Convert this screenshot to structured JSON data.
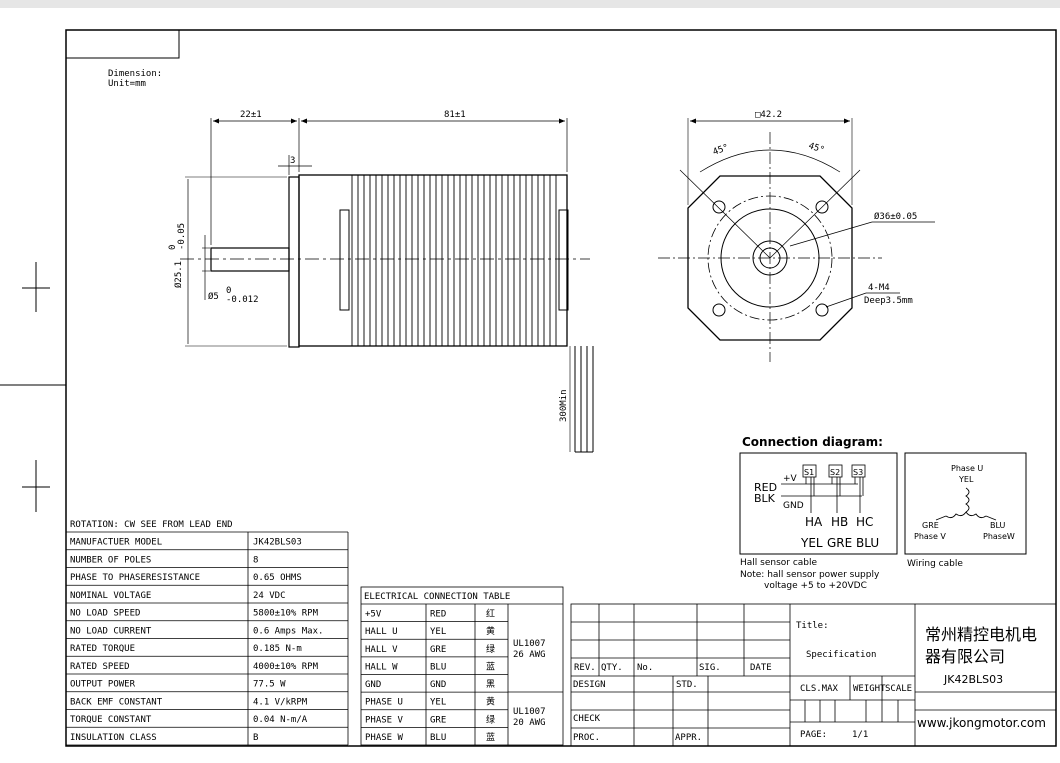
{
  "dimension_note": {
    "line1": "Dimension:",
    "line2": "Unit=mm"
  },
  "side_view": {
    "dim_shaft_len": "22±1",
    "dim_body_len": "81±1",
    "dim_flange": "3",
    "dim_pilot_dia": "Ø25.1",
    "dim_pilot_tol_upper": "0",
    "dim_pilot_tol_lower": "-0.05",
    "dim_shaft_dia": "Ø5",
    "dim_shaft_tol_upper": "0",
    "dim_shaft_tol_lower": "-0.012",
    "dim_lead_len": "300Min"
  },
  "front_view": {
    "dim_square": "□42.2",
    "angle_left": "45°",
    "angle_right": "45°",
    "dim_bolt_circle": "Ø36±0.05",
    "holes_label": "4-M4",
    "holes_depth": "Deep3.5mm"
  },
  "connection": {
    "title": "Connection diagram:",
    "plus_v": "+V",
    "red": "RED",
    "blk": "BLK",
    "gnd": "GND",
    "s1": "S1",
    "s2": "S2",
    "s3": "S3",
    "ha": "HA",
    "hb": "HB",
    "hc": "HC",
    "yel": "YEL",
    "gre": "GRE",
    "blu": "BLU",
    "caption": "Hall sensor cable",
    "note_line1": "Note: hall sensor power supply",
    "note_line2": "voltage +5 to +20VDC"
  },
  "wiring": {
    "phase_u": "Phase U",
    "yel": "YEL",
    "gre": "GRE",
    "phase_v": "Phase V",
    "blu": "BLU",
    "phase_w": "PhaseW",
    "caption": "Wiring cable"
  },
  "specs": {
    "rotation": "ROTATION: CW SEE FROM LEAD END",
    "rows": [
      {
        "param": "MANUFACTUER MODEL",
        "value": "JK42BLS03"
      },
      {
        "param": "NUMBER OF POLES",
        "value": "8"
      },
      {
        "param": "PHASE TO PHASERESISTANCE",
        "value": "0.65 OHMS"
      },
      {
        "param": "NOMINAL VOLTAGE",
        "value": "24 VDC"
      },
      {
        "param": "NO LOAD SPEED",
        "value": "5800±10% RPM"
      },
      {
        "param": "NO LOAD CURRENT",
        "value": "0.6 Amps Max."
      },
      {
        "param": "RATED TORQUE",
        "value": "0.185 N-m"
      },
      {
        "param": "RATED SPEED",
        "value": "4000±10% RPM"
      },
      {
        "param": "OUTPUT POWER",
        "value": "77.5 W"
      },
      {
        "param": "BACK EMF CONSTANT",
        "value": "4.1 V/kRPM"
      },
      {
        "param": "TORQUE CONSTANT",
        "value": "0.04 N-m/A"
      },
      {
        "param": "INSULATION CLASS",
        "value": "B"
      }
    ]
  },
  "electrical": {
    "title": "ELECTRICAL CONNECTION TABLE",
    "rows": [
      {
        "name": "+5V",
        "color": "RED",
        "cn": "红"
      },
      {
        "name": "HALL U",
        "color": "YEL",
        "cn": "黄"
      },
      {
        "name": "HALL V",
        "color": "GRE",
        "cn": "绿"
      },
      {
        "name": "HALL W",
        "color": "BLU",
        "cn": "蓝"
      },
      {
        "name": "GND",
        "color": "GND",
        "cn": "黑"
      },
      {
        "name": "PHASE U",
        "color": "YEL",
        "cn": "黄"
      },
      {
        "name": "PHASE V",
        "color": "GRE",
        "cn": "绿"
      },
      {
        "name": "PHASE W",
        "color": "BLU",
        "cn": "蓝"
      }
    ],
    "cable1_line1": "UL1007",
    "cable1_line2": "26 AWG",
    "cable2_line1": "UL1007",
    "cable2_line2": "20 AWG"
  },
  "title_block": {
    "rev": "REV.",
    "qty": "QTY.",
    "no": "No.",
    "sig": "SIG.",
    "date": "DATE",
    "design": "DESIGN",
    "std": "STD.",
    "check": "CHECK",
    "proc": "PROC.",
    "appr": "APPR.",
    "title_label": "Title:",
    "title_value": "Specification",
    "cls_max": "CLS.MAX",
    "weight": "WEIGHT",
    "scale": "SCALE",
    "page_label": "PAGE:",
    "page_value": "1/1",
    "company_line1": "常州精控电机电",
    "company_line2": "器有限公司",
    "model": "JK42BLS03",
    "website": "www.jkongmotor.com"
  }
}
